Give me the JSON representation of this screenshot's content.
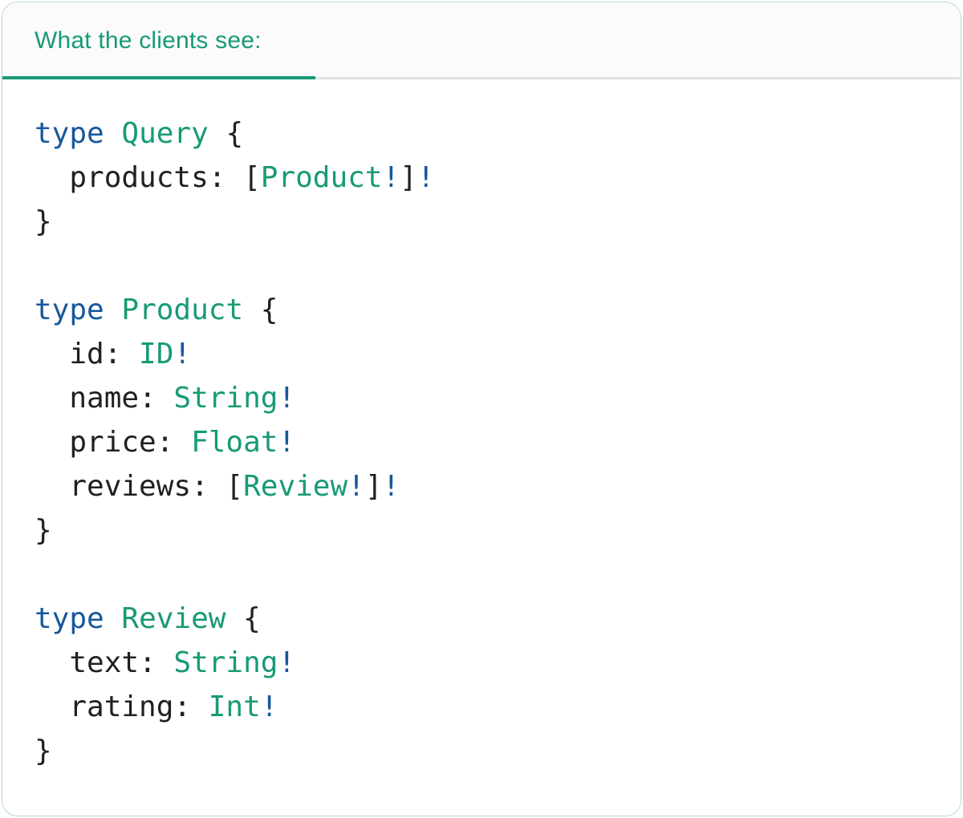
{
  "panel": {
    "tab_label": "What the clients see:"
  },
  "colors": {
    "accent_teal": "#179A76",
    "keyword_blue": "#17579D",
    "code_text": "#1E2023",
    "header_bg": "#FBFBFB",
    "divider_gray": "#E2E2E2",
    "card_border_green": "#B9DAC6",
    "card_bg": "#FFFFFF"
  },
  "code": {
    "lines": [
      [
        {
          "text": "type",
          "style": "keyword"
        },
        {
          "text": " ",
          "style": "plain"
        },
        {
          "text": "Query",
          "style": "typename"
        },
        {
          "text": " {",
          "style": "plain"
        }
      ],
      [
        {
          "text": "  products: [",
          "style": "plain"
        },
        {
          "text": "Product",
          "style": "typename"
        },
        {
          "text": "!",
          "style": "bang"
        },
        {
          "text": "]",
          "style": "plain"
        },
        {
          "text": "!",
          "style": "bang"
        }
      ],
      [
        {
          "text": "}",
          "style": "plain"
        }
      ],
      [],
      [
        {
          "text": "type",
          "style": "keyword"
        },
        {
          "text": " ",
          "style": "plain"
        },
        {
          "text": "Product",
          "style": "typename"
        },
        {
          "text": " {",
          "style": "plain"
        }
      ],
      [
        {
          "text": "  id: ",
          "style": "plain"
        },
        {
          "text": "ID",
          "style": "typename"
        },
        {
          "text": "!",
          "style": "bang"
        }
      ],
      [
        {
          "text": "  name: ",
          "style": "plain"
        },
        {
          "text": "String",
          "style": "typename"
        },
        {
          "text": "!",
          "style": "bang"
        }
      ],
      [
        {
          "text": "  price: ",
          "style": "plain"
        },
        {
          "text": "Float",
          "style": "typename"
        },
        {
          "text": "!",
          "style": "bang"
        }
      ],
      [
        {
          "text": "  reviews: [",
          "style": "plain"
        },
        {
          "text": "Review",
          "style": "typename"
        },
        {
          "text": "!",
          "style": "bang"
        },
        {
          "text": "]",
          "style": "plain"
        },
        {
          "text": "!",
          "style": "bang"
        }
      ],
      [
        {
          "text": "}",
          "style": "plain"
        }
      ],
      [],
      [
        {
          "text": "type",
          "style": "keyword"
        },
        {
          "text": " ",
          "style": "plain"
        },
        {
          "text": "Review",
          "style": "typename"
        },
        {
          "text": " {",
          "style": "plain"
        }
      ],
      [
        {
          "text": "  text: ",
          "style": "plain"
        },
        {
          "text": "String",
          "style": "typename"
        },
        {
          "text": "!",
          "style": "bang"
        }
      ],
      [
        {
          "text": "  rating: ",
          "style": "plain"
        },
        {
          "text": "Int",
          "style": "typename"
        },
        {
          "text": "!",
          "style": "bang"
        }
      ],
      [
        {
          "text": "}",
          "style": "plain"
        }
      ]
    ]
  }
}
